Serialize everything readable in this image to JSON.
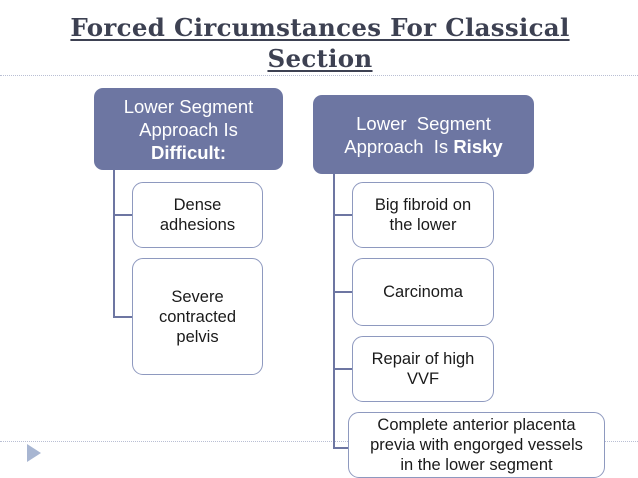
{
  "slide": {
    "title": "Forced Circumstances For Classical\nSection",
    "background_color": "#ffffff",
    "accent_color": "#6d76a2",
    "leaf_border_color": "#8e99bf",
    "title_color": "#3d4152",
    "triangle_color": "#a8b6d2"
  },
  "branches": [
    {
      "header": {
        "line1": "Lower Segment",
        "line2": "Approach Is",
        "line3_bold": "Difficult:"
      },
      "items": [
        {
          "label": "Dense\nadhesions"
        },
        {
          "label": "Severe\ncontracted\npelvis"
        }
      ]
    },
    {
      "header": {
        "line1": "Lower  Segment",
        "line2": "Approach  Is ",
        "line2_bold": "Risky"
      },
      "items": [
        {
          "label": "Big fibroid on\nthe lower"
        },
        {
          "label": "Carcinoma"
        },
        {
          "label": "Repair of high\nVVF"
        },
        {
          "label": "Complete anterior placenta\nprevia with engorged vessels\nin the lower segment"
        }
      ]
    }
  ]
}
